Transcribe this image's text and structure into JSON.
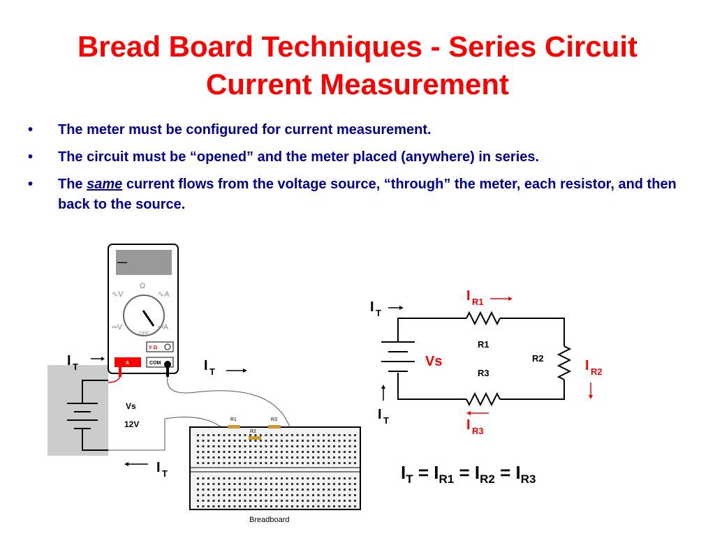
{
  "title": {
    "line1": "Bread Board Techniques - Series Circuit",
    "line2": "Current Measurement"
  },
  "bullets": [
    {
      "text": "The meter must be configured for current measurement."
    },
    {
      "text": "The circuit must be “opened” and the meter placed (anywhere) in series."
    },
    {
      "pre": "The ",
      "em": "same",
      "post": " current flows from the voltage source,  “through” the meter, each resistor, and then back to the source."
    }
  ],
  "meter": {
    "display": "—",
    "ohm": "Ω",
    "off": "OFF",
    "port_a": "A",
    "port_com": "COM",
    "port_vohm": "V Ω"
  },
  "breadboard": {
    "label": "Breadboard",
    "r1": "R1",
    "r2": "R2",
    "r3": "R3"
  },
  "source": {
    "vs": "Vs",
    "voltage": "12V"
  },
  "current_labels": {
    "I": "I",
    "T": "T"
  },
  "schematic": {
    "vs": "Vs",
    "r1": "R1",
    "r2": "R2",
    "r3": "R3",
    "ir1_main": "I",
    "ir1_sub": "R1",
    "ir2_main": "I",
    "ir2_sub": "R2",
    "ir3_main": "I",
    "ir3_sub": "R3"
  },
  "equation": {
    "i": "I",
    "t": "T",
    "r1": "R1",
    "r2": "R2",
    "r3": "R3",
    "eq": " = "
  },
  "colors": {
    "title": "#ff0000",
    "bullets": "#000099",
    "accent_red": "#ff0000",
    "battery_box": "#cccccc"
  }
}
